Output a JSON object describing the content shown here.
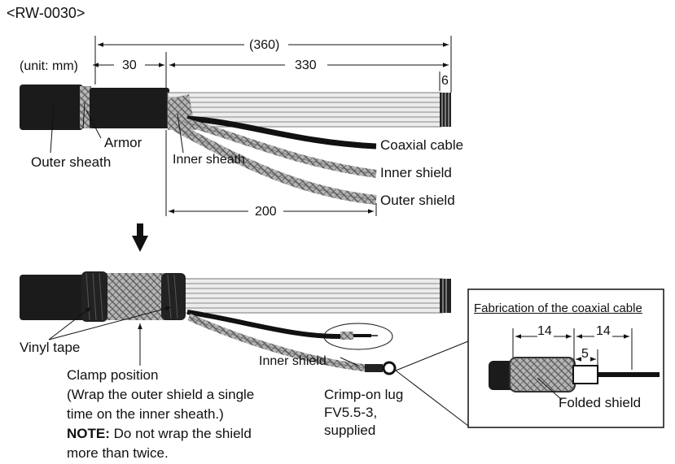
{
  "title": "<RW-0030>",
  "unit_note": "(unit: mm)",
  "dimensions": {
    "total": "(360)",
    "armor_len": "30",
    "strip_len": "330",
    "end_len": "6",
    "split_len": "200"
  },
  "labels": {
    "outer_sheath": "Outer sheath",
    "armor": "Armor",
    "inner_sheath": "Inner sheath",
    "coaxial_cable": "Coaxial cable",
    "inner_shield_top": "Inner shield",
    "outer_shield": "Outer shield",
    "vinyl_tape": "Vinyl tape",
    "clamp_position": "Clamp position",
    "clamp_note_1": "(Wrap the outer shield a single",
    "clamp_note_2": "time on the inner sheath.)",
    "note_label": "NOTE:",
    "note_text": "Do not wrap the shield",
    "note_text_2": "more than twice.",
    "inner_shield_bottom": "Inner shield",
    "lug_1": "Crimp-on lug",
    "lug_2": "FV5.5-3,",
    "lug_3": "supplied"
  },
  "inset": {
    "title": "Fabrication of the coaxial cable",
    "dim_a": "14",
    "dim_b": "14",
    "dim_c": "5",
    "folded_shield": "Folded shield"
  },
  "colors": {
    "sheath": "#1a1a1a",
    "wire": "#e6e6e6",
    "braid": "#9a9a9a"
  }
}
